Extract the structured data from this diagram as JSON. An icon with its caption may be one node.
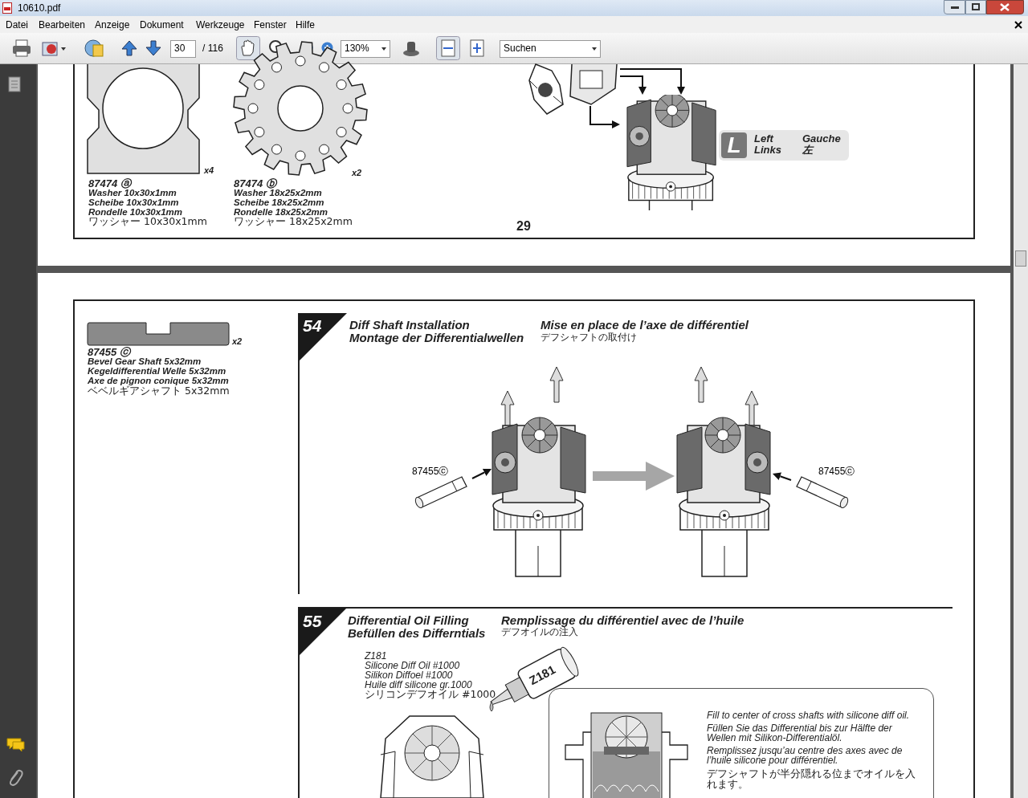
{
  "diagram": {
    "nodes": [
      {
        "text": [
          "L",
          "Left Links",
          "Gauche 左"
        ]
      },
      {
        "text": [],
        "shape": "picture"
      },
      {
        "text": [],
        "shape": "picture",
        "beside": [
          "87455ⓒ"
        ]
      },
      {
        "text": [],
        "shape": "picture"
      },
      {
        "text": [],
        "shape": "picture"
      },
      {
        "text": [],
        "shape": "picture",
        "beside": [
          "87455ⓒ"
        ]
      },
      {
        "text": [],
        "shape": "picture"
      },
      {
        "text": [
          "Fill to center of cross shafts with silicone diff oil.",
          "Füllen Sie das Differential bis zur Hälfte der Wellen mit Silikon-Differentialöl.",
          "Remplissez jusqu’au centre des axes avec de l’huile silicone pour différentiel.",
          "デフシャフトが半分隠れる位までオイルを入れます。"
        ]
      }
    ],
    "edges": [
      {
        "from": 6,
        "to": 1,
        "arrow": "to"
      },
      {
        "from": 6,
        "to": 1,
        "arrow": "to"
      },
      {
        "from": 6,
        "to": 1,
        "arrow": "to"
      },
      {
        "from": 2,
        "to": 3,
        "arrow": "to"
      },
      {
        "from": 3,
        "to": 4,
        "arrow": "to",
        "style": "thick",
        "color": "#a6a6a6"
      },
      {
        "from": 5,
        "to": 4,
        "arrow": "to"
      }
    ],
    "labels": [
      "10610.pdf",
      "Datei",
      "Bearbeiten",
      "Anzeige",
      "Dokument",
      "Werkzeuge",
      "Fenster",
      "Hilfe",
      "30",
      "/ 116",
      "130%",
      "Suchen",
      "x4",
      "87474 ⓐ",
      "Washer 10x30x1mm",
      "Scheibe 10x30x1mm",
      "Rondelle 10x30x1mm",
      "ワッシャー 10x30x1mm",
      "x2",
      "87474 ⓑ",
      "Washer 18x25x2mm",
      "Scheibe 18x25x2mm",
      "Rondelle 18x25x2mm",
      "ワッシャー 18x25x2mm",
      "29",
      "x2",
      "87455 ⓒ",
      "Bevel Gear Shaft 5x32mm",
      "Kegeldifferential Welle 5x32mm",
      "Axe de pignon conique 5x32mm",
      "ベベルギアシャフト 5x32mm",
      "54",
      "Diff Shaft Installation",
      "Montage der Differentialwellen",
      "Mise en place de l’axe de différentiel",
      "デフシャフトの取付け",
      "55",
      "Differential Oil Filling",
      "Befüllen des Differntials",
      "Remplissage du différentiel avec de l’huile",
      "デフオイルの注入",
      "Z181",
      "Silicone Diff Oil #1000",
      "Silikon Diffoel #1000",
      "Huile diff silicone gr.1000",
      "シリコンデフオイル #1000",
      "Z181"
    ]
  }
}
